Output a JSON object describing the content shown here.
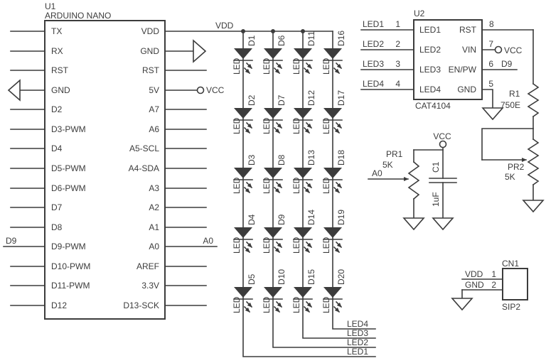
{
  "u1": {
    "ref": "U1",
    "name": "ARDUINO NANO",
    "left_pins": [
      "TX",
      "RX",
      "RST",
      "GND",
      "D2",
      "D3-PWM",
      "D4",
      "D5-PWM",
      "D6-PWM",
      "D7",
      "D8",
      "D9-PWM",
      "D10-PWM",
      "D11-PWM",
      "D12"
    ],
    "right_pins": [
      "VDD",
      "GND",
      "RST",
      "5V",
      "A7",
      "A6",
      "A5-SCL",
      "A4-SDA",
      "A3",
      "A2",
      "A1",
      "A0",
      "AREF",
      "3.3V",
      "D13-SCK"
    ],
    "d9_net": "D9",
    "a0_net": "A0",
    "vcc_net": "VCC",
    "vdd_net": "VDD"
  },
  "leds": {
    "label": "LED",
    "designators": [
      [
        "D1",
        "D2",
        "D3",
        "D4",
        "D5"
      ],
      [
        "D6",
        "D7",
        "D8",
        "D9",
        "D10"
      ],
      [
        "D11",
        "D12",
        "D13",
        "D14",
        "D15"
      ],
      [
        "D16",
        "D17",
        "D18",
        "D19",
        "D20"
      ]
    ],
    "bottom_nets": [
      "LED4",
      "LED3",
      "LED2",
      "LED1"
    ]
  },
  "u2": {
    "ref": "U2",
    "part": "CAT4104",
    "left": [
      {
        "num": "1",
        "name": "LED1",
        "net": "LED1"
      },
      {
        "num": "2",
        "name": "LED2",
        "net": "LED2"
      },
      {
        "num": "3",
        "name": "LED3",
        "net": "LED3"
      },
      {
        "num": "4",
        "name": "LED4",
        "net": "LED4"
      }
    ],
    "right": [
      {
        "num": "8",
        "name": "RST"
      },
      {
        "num": "7",
        "name": "VIN",
        "net": "VCC"
      },
      {
        "num": "6",
        "name": "EN/PW",
        "net": "D9"
      },
      {
        "num": "5",
        "name": "GND"
      }
    ]
  },
  "r1": {
    "ref": "R1",
    "value": "750E"
  },
  "pr1": {
    "ref": "PR1",
    "value": "5K",
    "net": "A0"
  },
  "pr2": {
    "ref": "PR2",
    "value": "5K"
  },
  "c1": {
    "ref": "C1",
    "value": "1uF",
    "net": "VCC"
  },
  "cn1": {
    "ref": "CN1",
    "part": "SIP2",
    "pin1_num": "1",
    "pin1_net": "VDD",
    "pin2_num": "2",
    "pin2_net": "GND"
  },
  "colors": {
    "ink": "#3c3c3c",
    "background": "#ffffff"
  }
}
